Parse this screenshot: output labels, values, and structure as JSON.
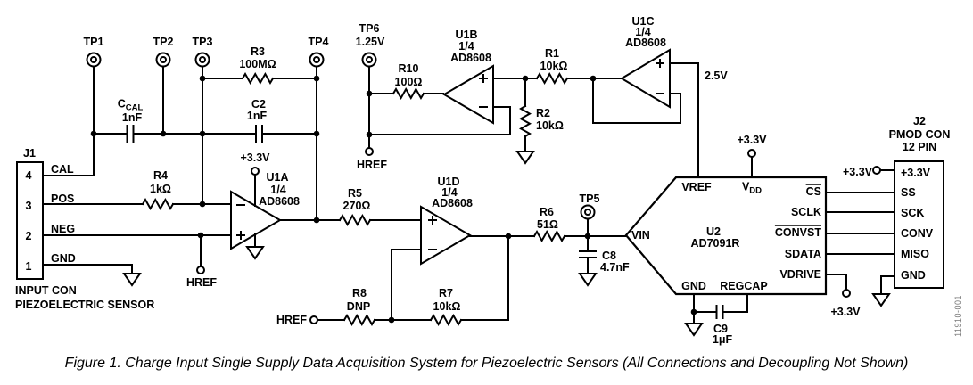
{
  "figure": {
    "caption": "Figure 1. Charge Input Single Supply Data Acquisition System for Piezoelectric Sensors (All Connections and Decoupling Not Shown)",
    "code": "11910-001"
  },
  "nets": {
    "v33": "+3.3V",
    "v25": "2.5V",
    "href": "HREF"
  },
  "test_points": {
    "tp1": "TP1",
    "tp2": "TP2",
    "tp3": "TP3",
    "tp4": "TP4",
    "tp5": "TP5",
    "tp6": "TP6",
    "tp6_voltage": "1.25V"
  },
  "resistors": {
    "r1": {
      "ref": "R1",
      "value": "10kΩ"
    },
    "r2": {
      "ref": "R2",
      "value": "10kΩ"
    },
    "r3": {
      "ref": "R3",
      "value": "100MΩ"
    },
    "r4": {
      "ref": "R4",
      "value": "1kΩ"
    },
    "r5": {
      "ref": "R5",
      "value": "270Ω"
    },
    "r6": {
      "ref": "R6",
      "value": "51Ω"
    },
    "r7": {
      "ref": "R7",
      "value": "10kΩ"
    },
    "r8": {
      "ref": "R8",
      "value": "DNP"
    },
    "r10": {
      "ref": "R10",
      "value": "100Ω"
    }
  },
  "capacitors": {
    "ccal": {
      "prefix": "C",
      "sub": "CAL",
      "value": "1nF"
    },
    "c2": {
      "ref": "C2",
      "value": "1nF"
    },
    "c8": {
      "ref": "C8",
      "value": "4.7nF"
    },
    "c9": {
      "ref": "C9",
      "value": "1μF"
    }
  },
  "opamps": {
    "u1a": {
      "ref": "U1A",
      "fraction": "1/4",
      "part": "AD8608"
    },
    "u1b": {
      "ref": "U1B",
      "fraction": "1/4",
      "part": "AD8608"
    },
    "u1c": {
      "ref": "U1C",
      "fraction": "1/4",
      "part": "AD8608"
    },
    "u1d": {
      "ref": "U1D",
      "fraction": "1/4",
      "part": "AD8608"
    }
  },
  "adc": {
    "ref": "U2",
    "part": "AD7091R",
    "pins": {
      "vin": "VIN",
      "vref": "VREF",
      "vdd_prefix": "V",
      "vdd_sub": "DD",
      "cs": "CS",
      "sclk": "SCLK",
      "convst": "CONVST",
      "sdata": "SDATA",
      "vdrive": "VDRIVE",
      "gnd": "GND",
      "regcap": "REGCAP"
    }
  },
  "j1": {
    "ref": "J1",
    "pins": [
      {
        "num": "4",
        "label": "CAL"
      },
      {
        "num": "3",
        "label": "POS"
      },
      {
        "num": "2",
        "label": "NEG"
      },
      {
        "num": "1",
        "label": "GND"
      }
    ],
    "desc1": "INPUT CON",
    "desc2": "PIEZOELECTRIC SENSOR"
  },
  "j2": {
    "ref": "J2",
    "name": "PMOD CON",
    "size": "12 PIN",
    "pins": [
      "+3.3V",
      "SS",
      "SCK",
      "CONV",
      "MISO",
      "GND"
    ]
  }
}
